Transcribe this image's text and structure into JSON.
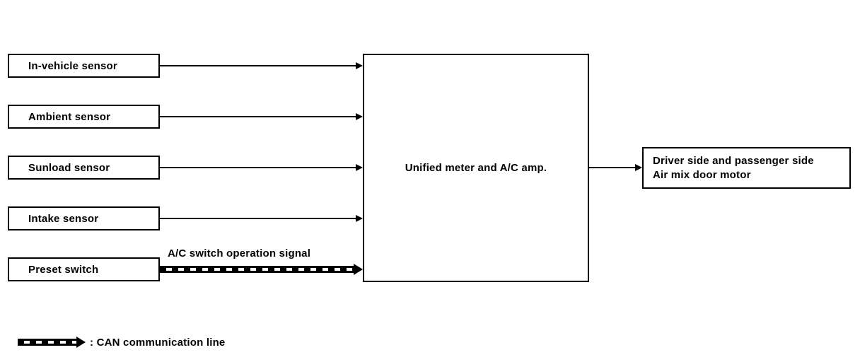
{
  "diagram": {
    "title_hint": "A/C signal block diagram",
    "source_boxes": [
      {
        "label": "In-vehicle sensor"
      },
      {
        "label": "Ambient sensor"
      },
      {
        "label": "Sunload sensor"
      },
      {
        "label": "Intake sensor"
      },
      {
        "label": "Preset switch"
      }
    ],
    "center_box": {
      "label": "Unified meter and A/C amp."
    },
    "output_box": {
      "line1": "Driver side and passenger side",
      "line2": "Air mix door motor"
    },
    "can_arrow": {
      "label": "A/C switch operation signal"
    },
    "legend": {
      "label": ": CAN communication line"
    },
    "colors": {
      "line": "#000000",
      "background": "#ffffff"
    }
  }
}
